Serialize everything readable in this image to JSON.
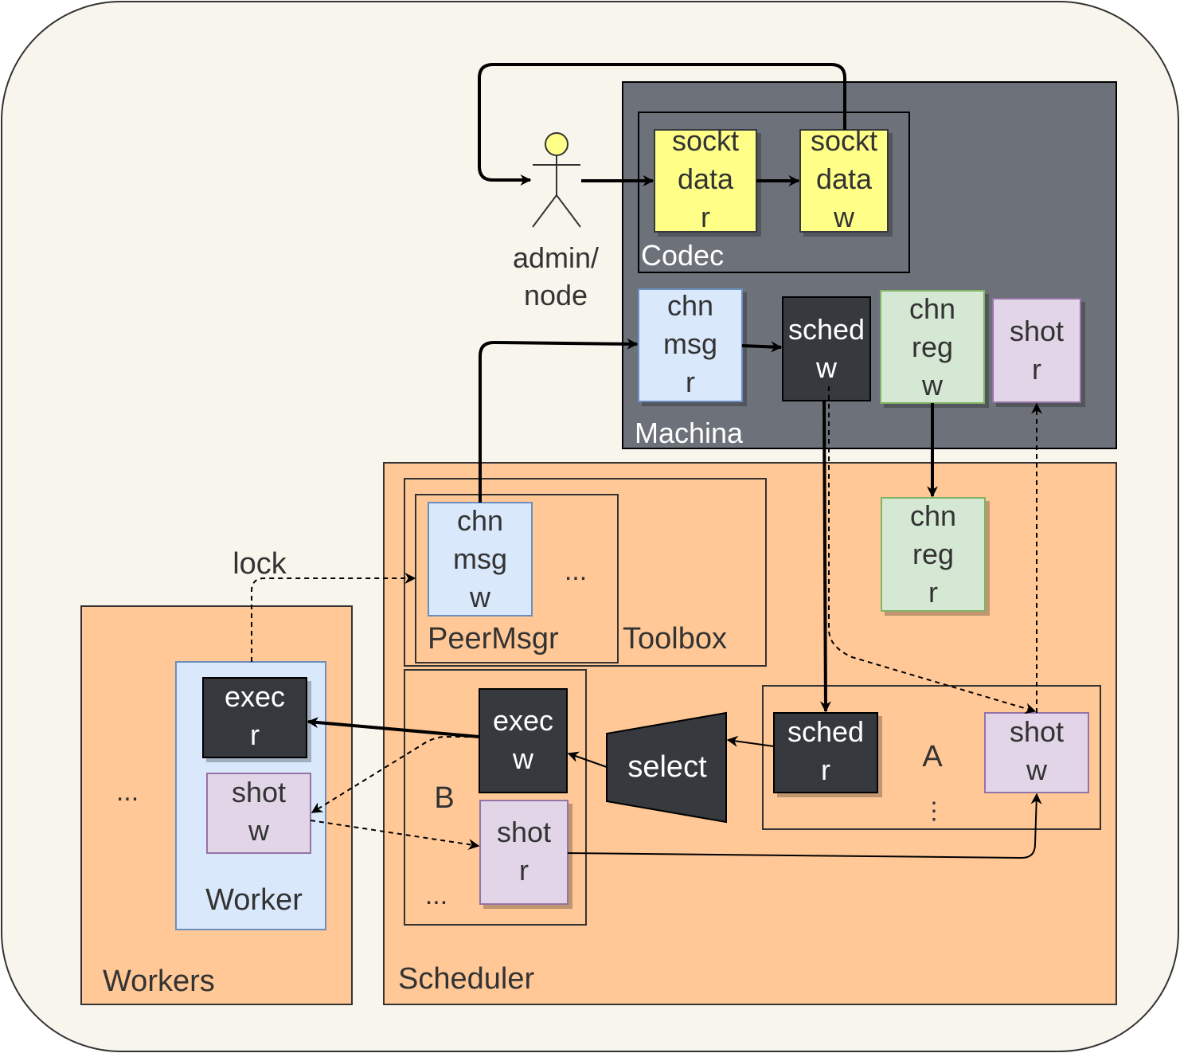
{
  "containers": {
    "machina": "Machina",
    "codec": "Codec",
    "scheduler": "Scheduler",
    "toolbox": "Toolbox",
    "peermsgr": "PeerMsgr",
    "workers": "Workers",
    "worker": "Worker"
  },
  "actor": {
    "line1": "admin/",
    "line2": "node"
  },
  "nodes": {
    "sockt_r": [
      "sockt",
      "data",
      "r"
    ],
    "sockt_w": [
      "sockt",
      "data",
      "w"
    ],
    "chn_msg_r": [
      "chn",
      "msg",
      "r"
    ],
    "sched_w": [
      "sched",
      "w"
    ],
    "chn_reg_w": [
      "chn",
      "reg",
      "w"
    ],
    "shot_r_top": [
      "shot",
      "r"
    ],
    "chn_reg_r": [
      "chn",
      "reg",
      "r"
    ],
    "chn_msg_w": [
      "chn",
      "msg",
      "w"
    ],
    "sched_r": [
      "sched",
      "r"
    ],
    "shot_w_a": [
      "shot",
      "w"
    ],
    "exec_w": [
      "exec",
      "w"
    ],
    "shot_r_b": [
      "shot",
      "r"
    ],
    "exec_r": [
      "exec",
      "r"
    ],
    "shot_w_worker": [
      "shot",
      "w"
    ],
    "select": "select"
  },
  "labels": {
    "lock": "lock",
    "a": "A",
    "b": "B",
    "peermsgr_more": "...",
    "b_more": "...",
    "a_more": "⋮",
    "workers_more": "..."
  },
  "colors": {
    "canvas_bg": "#f8f5ec",
    "machina_bg": "#6d727a",
    "orange": "#ffc896",
    "yellow": "#ffff88",
    "blue": "#dae8fc",
    "green": "#d5e8d4",
    "purple": "#e1d5e7",
    "dark": "#36393d"
  }
}
